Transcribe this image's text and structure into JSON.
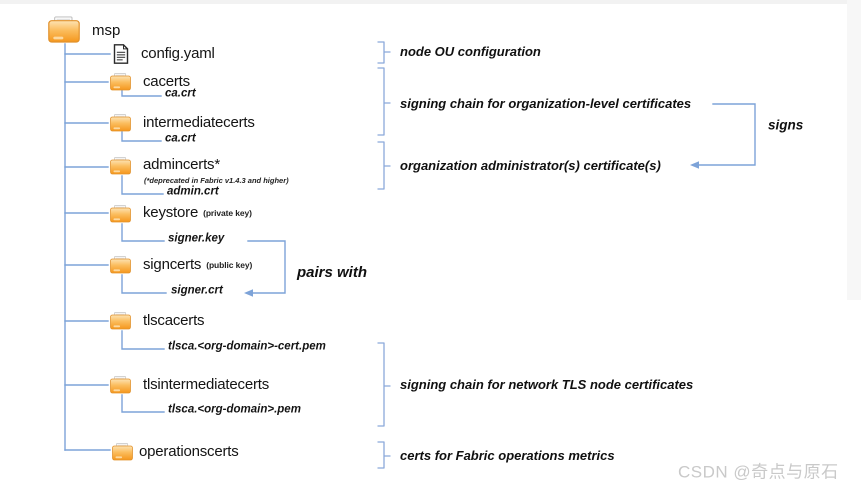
{
  "tree": {
    "root": {
      "label": "msp"
    },
    "items": [
      {
        "label": "config.yaml"
      },
      {
        "label": "cacerts",
        "file": "ca.crt"
      },
      {
        "label": "intermediatecerts",
        "file": "ca.crt"
      },
      {
        "label": "admincerts*",
        "note": "(*deprecated in Fabric v1.4.3 and higher)",
        "file": "admin.crt"
      },
      {
        "label": "keystore",
        "qualifier": "(private key)",
        "file": "signer.key"
      },
      {
        "label": "signcerts",
        "qualifier": "(public key)",
        "file": "signer.crt"
      },
      {
        "label": "tlscacerts",
        "file": "tlsca.<org-domain>-cert.pem"
      },
      {
        "label": "tlsintermediatecerts",
        "file": "tlsca.<org-domain>.pem"
      },
      {
        "label": "operationscerts"
      }
    ]
  },
  "annotations": {
    "node_ou": "node OU configuration",
    "org_signing_chain": "signing chain for organization-level certificates",
    "signs": "signs",
    "org_admin": "organization administrator(s) certificate(s)",
    "pairs_with": "pairs with",
    "tls_signing_chain": "signing chain for network TLS node certificates",
    "operations": "certs for Fabric operations metrics"
  },
  "watermark": "CSDN @奇点与原石",
  "icons": {
    "root_icon": "folder-icon",
    "config_icon": "document-icon",
    "directory_icon": "folder-icon"
  },
  "colors": {
    "connector_blue": "#7da3d8",
    "brace_blue": "#8ba9da",
    "folder_orange": "#f5971d",
    "folder_light": "#fddfae",
    "folder_border": "#e1912b",
    "text": "#151515",
    "watermark_gray": "#c9c9c9",
    "background": "#ffffff"
  }
}
